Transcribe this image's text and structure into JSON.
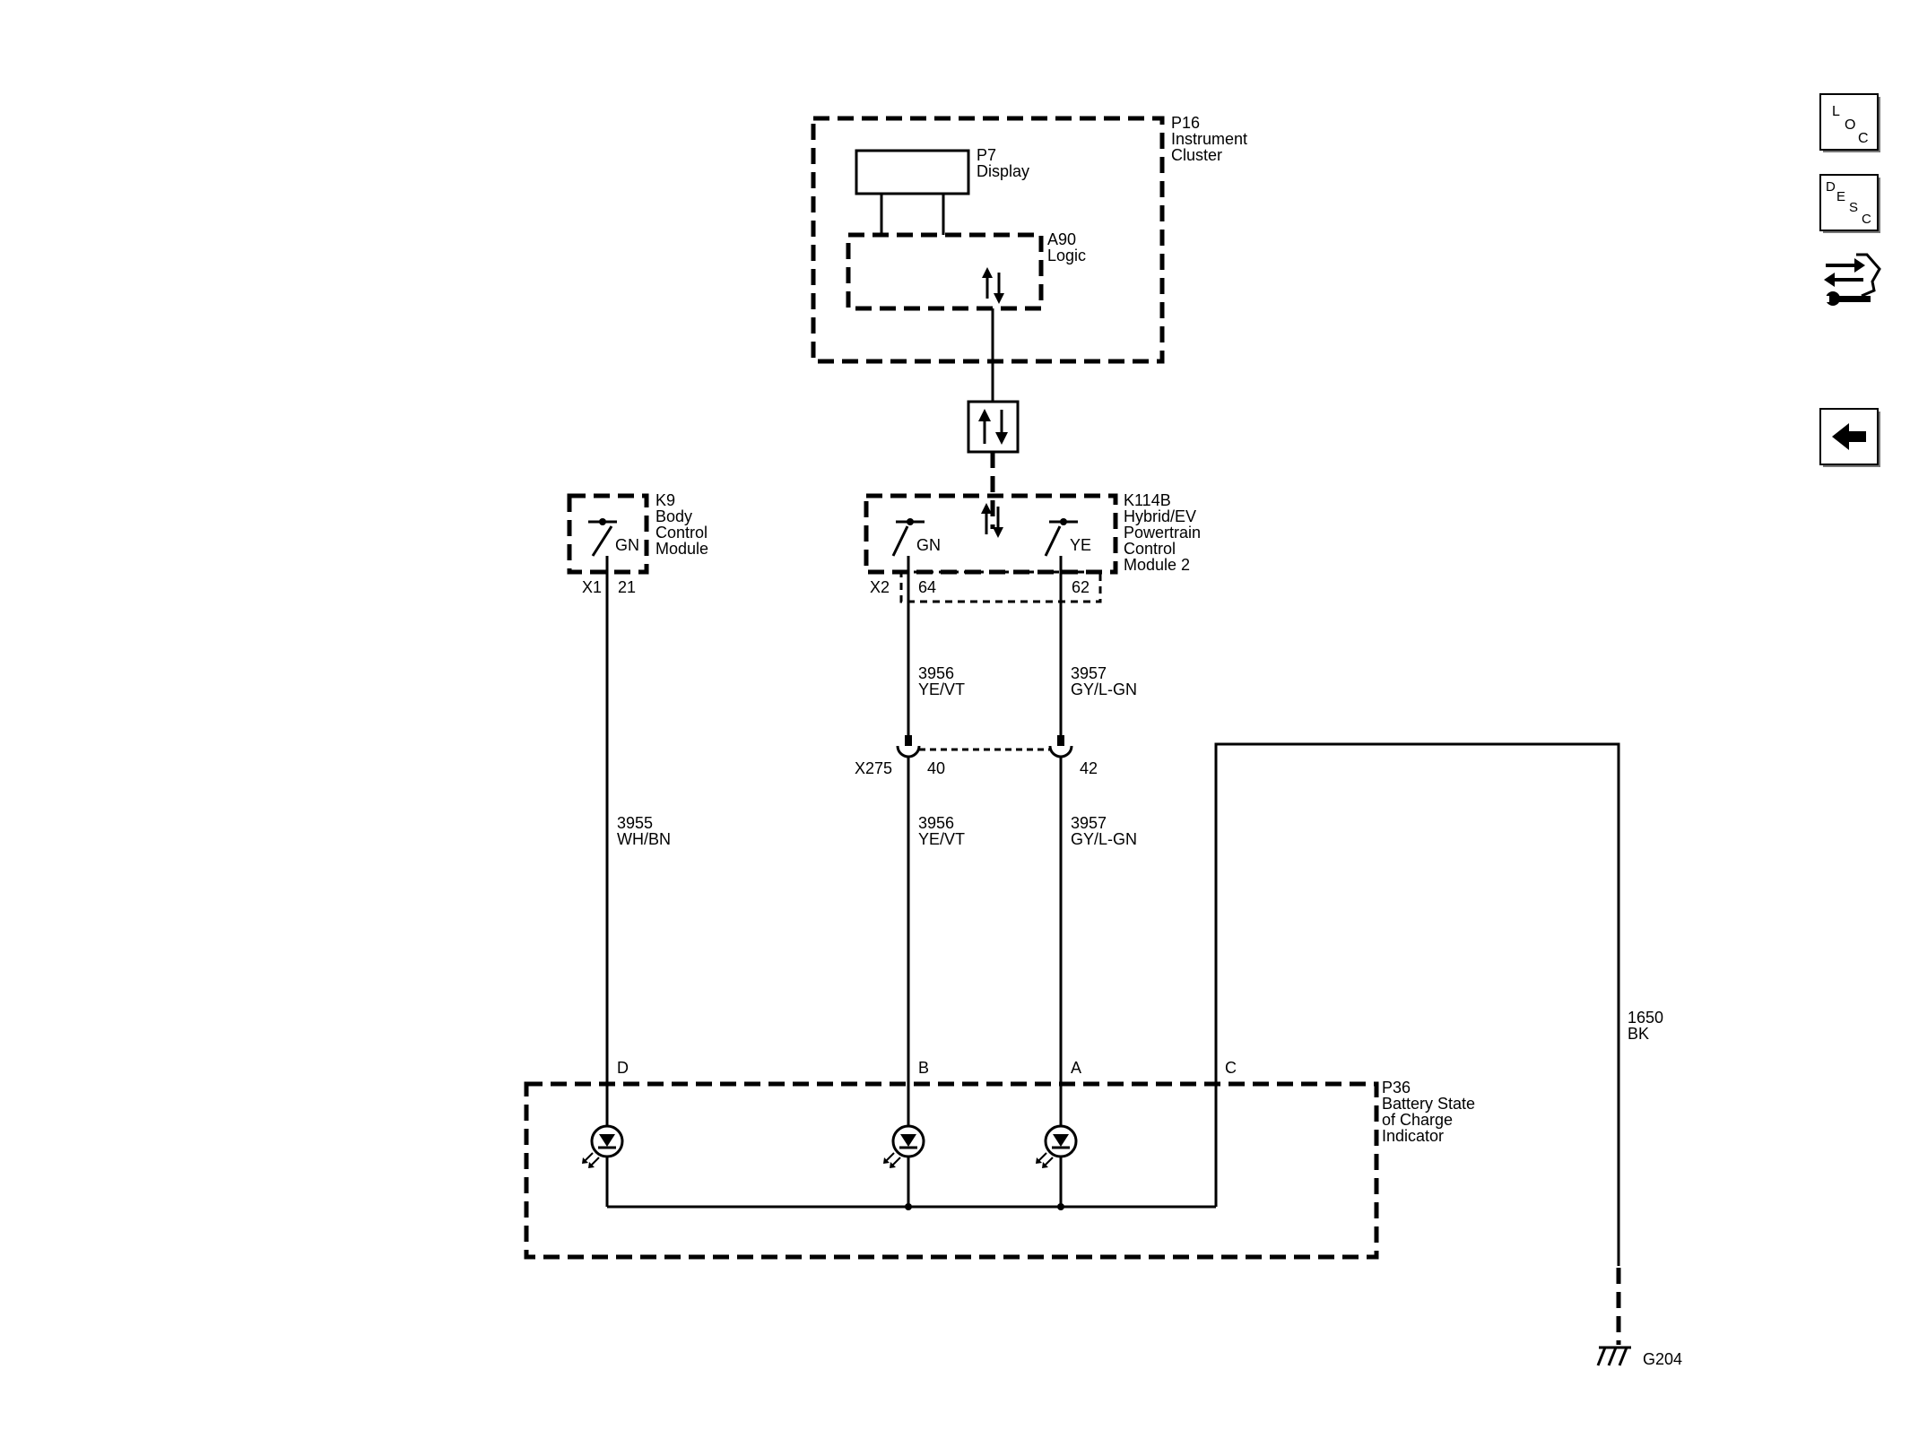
{
  "modules": {
    "p16": {
      "id": "P16",
      "name_lines": [
        "Instrument",
        "Cluster"
      ]
    },
    "p7": {
      "id": "P7",
      "name_lines": [
        "Display"
      ]
    },
    "a90": {
      "id": "A90",
      "name_lines": [
        "Logic"
      ]
    },
    "k9": {
      "id": "K9",
      "name_lines": [
        "Body",
        "Control",
        "Module"
      ]
    },
    "k114b": {
      "id": "K114B",
      "name_lines": [
        "Hybrid/EV",
        "Powertrain",
        "Control",
        "Module 2"
      ]
    },
    "p36": {
      "id": "P36",
      "name_lines": [
        "Battery State",
        "of Charge",
        "Indicator"
      ]
    }
  },
  "switches": {
    "k9_sw": "GN",
    "k114_sw1": "GN",
    "k114_sw2": "YE"
  },
  "connectors": {
    "k9": {
      "name": "X1",
      "pin": "21"
    },
    "k114_a": {
      "name": "X2",
      "pin": "64"
    },
    "k114_b": {
      "pin": "62"
    },
    "x275_a": {
      "name": "X275",
      "pin": "40"
    },
    "x275_b": {
      "pin": "42"
    }
  },
  "wires": {
    "w3956_upper": {
      "circuit": "3956",
      "color": "YE/VT"
    },
    "w3957_upper": {
      "circuit": "3957",
      "color": "GY/L-GN"
    },
    "w3955": {
      "circuit": "3955",
      "color": "WH/BN"
    },
    "w3956_lower": {
      "circuit": "3956",
      "color": "YE/VT"
    },
    "w3957_lower": {
      "circuit": "3957",
      "color": "GY/L-GN"
    },
    "w1650": {
      "circuit": "1650",
      "color": "BK"
    }
  },
  "p36_pins": {
    "d": "D",
    "b": "B",
    "a": "A",
    "c": "C"
  },
  "ground": {
    "id": "G204"
  },
  "nav": {
    "loc": {
      "letters": [
        "L",
        "O",
        "C"
      ]
    },
    "desc": {
      "letters": [
        "D",
        "E",
        "S",
        "C"
      ]
    },
    "back_icon": "arrow-left-icon",
    "service_icon": "wrench-arrows-icon"
  }
}
